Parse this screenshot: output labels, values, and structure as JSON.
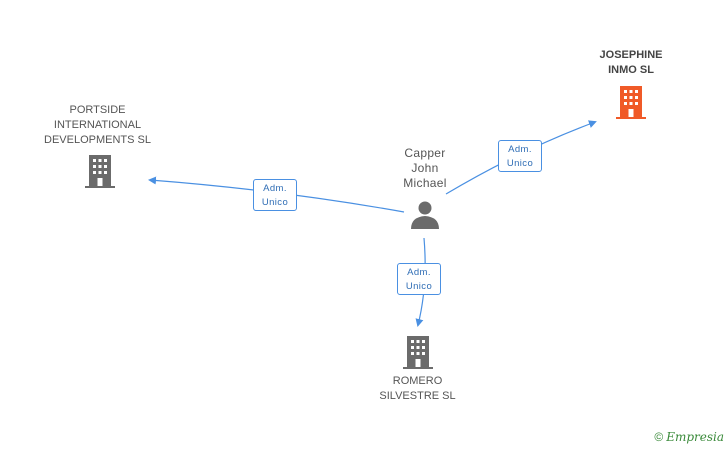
{
  "nodes": {
    "person": {
      "label_lines": [
        "Capper",
        "John",
        "Michael"
      ],
      "icon": "person-icon"
    },
    "josephine": {
      "label_lines": [
        "JOSEPHINE",
        "INMO SL"
      ],
      "icon": "building-icon",
      "color": "#f05a28"
    },
    "portside": {
      "label_lines": [
        "PORTSIDE",
        "INTERNATIONAL",
        "DEVELOPMENTS SL"
      ],
      "icon": "building-icon",
      "color": "#6b6b6b"
    },
    "romero": {
      "label_lines": [
        "ROMERO",
        "SILVESTRE SL"
      ],
      "icon": "building-icon",
      "color": "#6b6b6b"
    }
  },
  "edges": [
    {
      "from": "person",
      "to": "josephine",
      "label_lines": [
        "Adm.",
        "Unico"
      ]
    },
    {
      "from": "person",
      "to": "portside",
      "label_lines": [
        "Adm.",
        "Unico"
      ]
    },
    {
      "from": "person",
      "to": "romero",
      "label_lines": [
        "Adm.",
        "Unico"
      ]
    }
  ],
  "colors": {
    "edge": "#4a90e2",
    "person": "#6b6b6b"
  },
  "watermark": {
    "copyright_symbol": "©",
    "brand": "Empresia"
  }
}
